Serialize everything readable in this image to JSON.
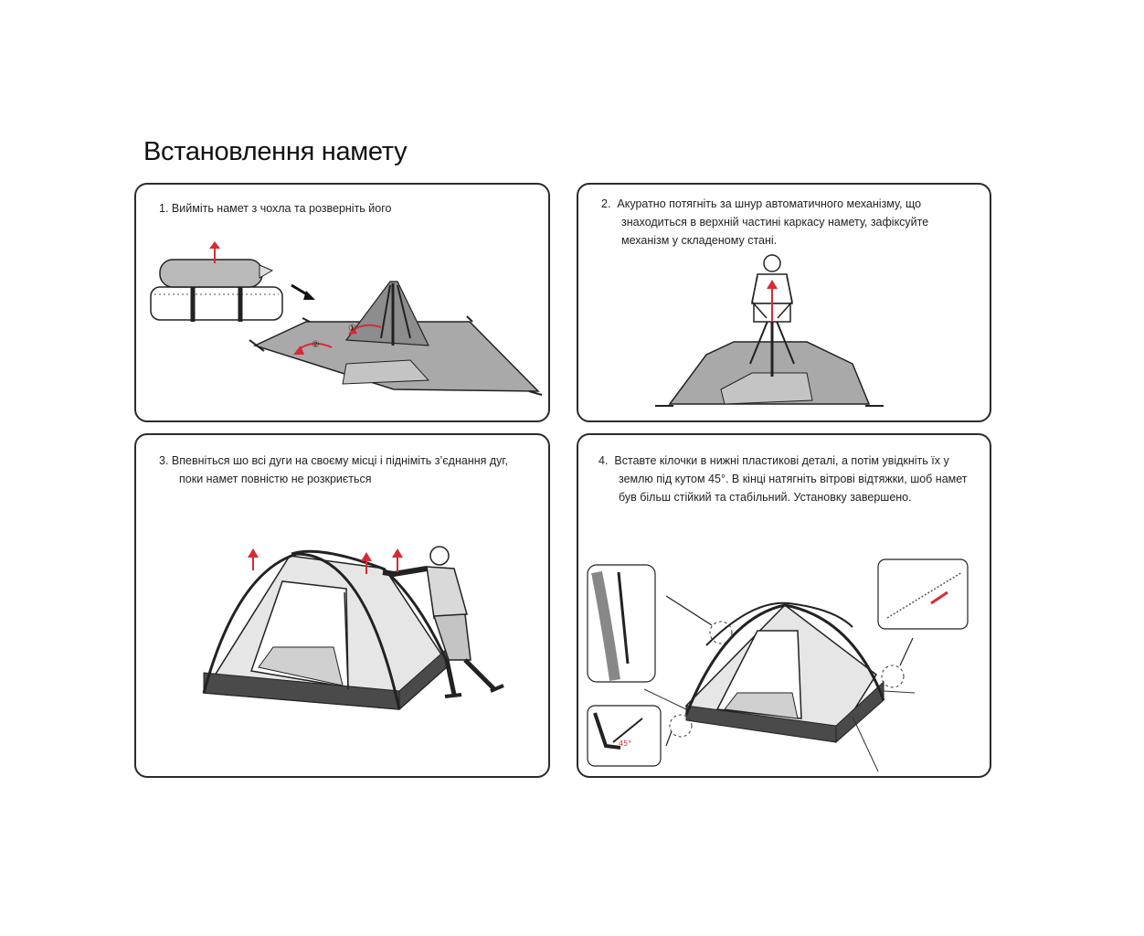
{
  "title": "Встановлення намету",
  "steps": [
    {
      "num": "1.",
      "lines": [
        "Вийміть намет з чохла та розверніть його"
      ]
    },
    {
      "num": "2.",
      "lines": [
        "Акуратно потягніть за шнур автоматичного механізму, що",
        "знаходиться в верхній частині каркасу намету, зафіксуйте",
        "механізм у складеному стані."
      ]
    },
    {
      "num": "3.",
      "lines": [
        "Впевніться шо всі дуги на своєму місці і підніміть з’єднання дуг,",
        "поки намет повністю не розкриється"
      ]
    },
    {
      "num": "4.",
      "lines": [
        "Вставте кілочки в нижні пластикові деталі, а потім увідкніть їх у",
        "землю під кутом 45°. В кінці натягніть вітрові відтяжки, шоб намет",
        "був більш стійкий та стабільний. Установку завершено."
      ]
    }
  ],
  "labels": {
    "marker1": "①",
    "marker2": "②",
    "angle": "45°"
  },
  "colors": {
    "arrow": "#d62b35",
    "fabric": "#a9a9a9",
    "fabric_light": "#d9d9d9",
    "floor": "#4a4a4a",
    "outline": "#222222"
  }
}
